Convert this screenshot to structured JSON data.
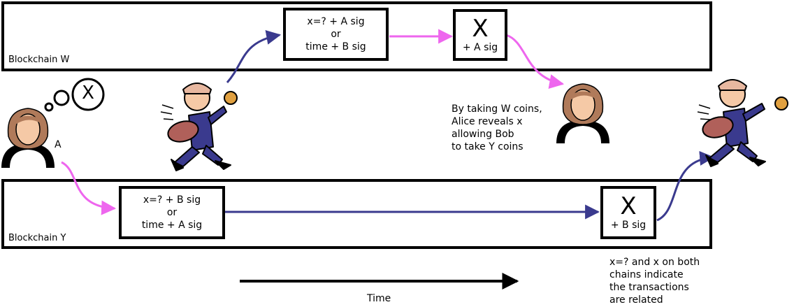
{
  "blockchain_w": {
    "label": "Blockchain W",
    "contract": {
      "line1": "x=? + A sig",
      "line2": "or",
      "line3": "time + B sig"
    },
    "claim": {
      "secret": "X",
      "sig": "+ A sig"
    }
  },
  "blockchain_y": {
    "label": "Blockchain Y",
    "contract": {
      "line1": "x=? + B sig",
      "line2": "or",
      "line3": "time + A sig"
    },
    "claim": {
      "secret": "X",
      "sig": "+ B sig"
    }
  },
  "alice": {
    "label": "A",
    "thought": "X"
  },
  "notes": {
    "reveal": "By taking W coins,\nAlice reveals x\nallowing Bob\nto take Y coins",
    "related": "x=? and x on both\nchains indicate\nthe transactions\nare related"
  },
  "time_label": "Time",
  "colors": {
    "pink": "#ee66ee",
    "navy": "#3a3a8e",
    "skin": "#f5c9a6",
    "hair": "#b07a5a",
    "coin": "#e0a040"
  },
  "icons": [
    "alice-figure",
    "bob-figure",
    "thought-bubble",
    "coin-icon"
  ]
}
